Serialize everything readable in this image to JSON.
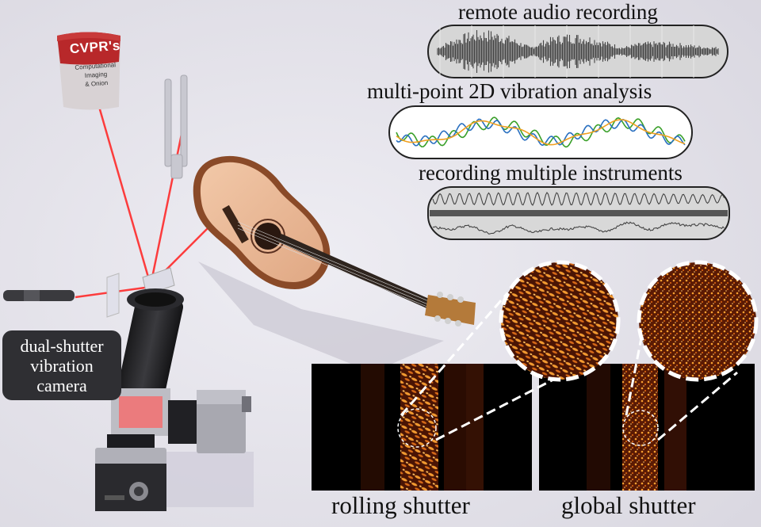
{
  "captions": {
    "remote_audio": "remote audio recording",
    "vibration_2d": "multi-point 2D vibration analysis",
    "multiple_instruments": "recording multiple instruments",
    "rolling_shutter": "rolling shutter",
    "global_shutter": "global shutter"
  },
  "camera_label": {
    "line1": "dual-shutter",
    "line2": "vibration",
    "line3": "camera"
  },
  "bag": {
    "brand": "CVPR's",
    "line1": "Computational",
    "line2": "Imaging",
    "line3": "& Onion"
  },
  "colors": {
    "laser": "#ff2a2a",
    "waveform": "#555555",
    "speckle_dark": "#120400",
    "speckle_bright": "#ff9a2a",
    "series_green": "#3aa02a",
    "series_orange": "#f0a020",
    "series_blue": "#2a70c0"
  }
}
